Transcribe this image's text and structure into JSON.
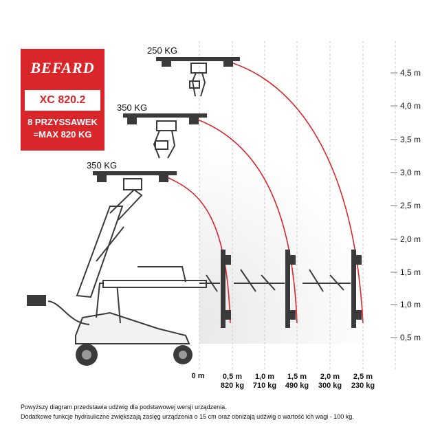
{
  "brand": {
    "logo_text": "BEFARD",
    "model": "XC 820.2",
    "desc_line1": "8 PRZYSSAWEK",
    "desc_line2": "=MAX 820 KG"
  },
  "load_labels": {
    "top": "250 KG",
    "middle": "350 KG",
    "lower": "350 KG"
  },
  "height_axis": {
    "ticks": [
      "4,5 m",
      "4,0 m",
      "3,5 m",
      "3,0 m",
      "2,5 m",
      "2,0 m",
      "1,5 m",
      "1,0 m",
      "0,5 m"
    ]
  },
  "reach_axis": {
    "ticks": [
      {
        "reach": "0 m",
        "capacity": ""
      },
      {
        "reach": "0,5 m",
        "capacity": "820 kg"
      },
      {
        "reach": "1,0 m",
        "capacity": "710 kg"
      },
      {
        "reach": "1,5 m",
        "capacity": "490 kg"
      },
      {
        "reach": "2,0 m",
        "capacity": "300 kg"
      },
      {
        "reach": "2,5 m",
        "capacity": "230 kg"
      }
    ]
  },
  "notes": {
    "line1": "Powyższy diagram przedstawia udźwig dla podstawowej wersji urządzenia.",
    "line2": "Dodatkowe funkcje hydrauliczne zwiększają zasięg urządzenia o 15 cm oraz obniżają udźwig o wartość ich wagi - 100 kg."
  },
  "colors": {
    "brand_red": "#d9262b",
    "arc_red": "#d9262b",
    "grid": "#c9c9c9",
    "machine": "#3a3a3a"
  }
}
